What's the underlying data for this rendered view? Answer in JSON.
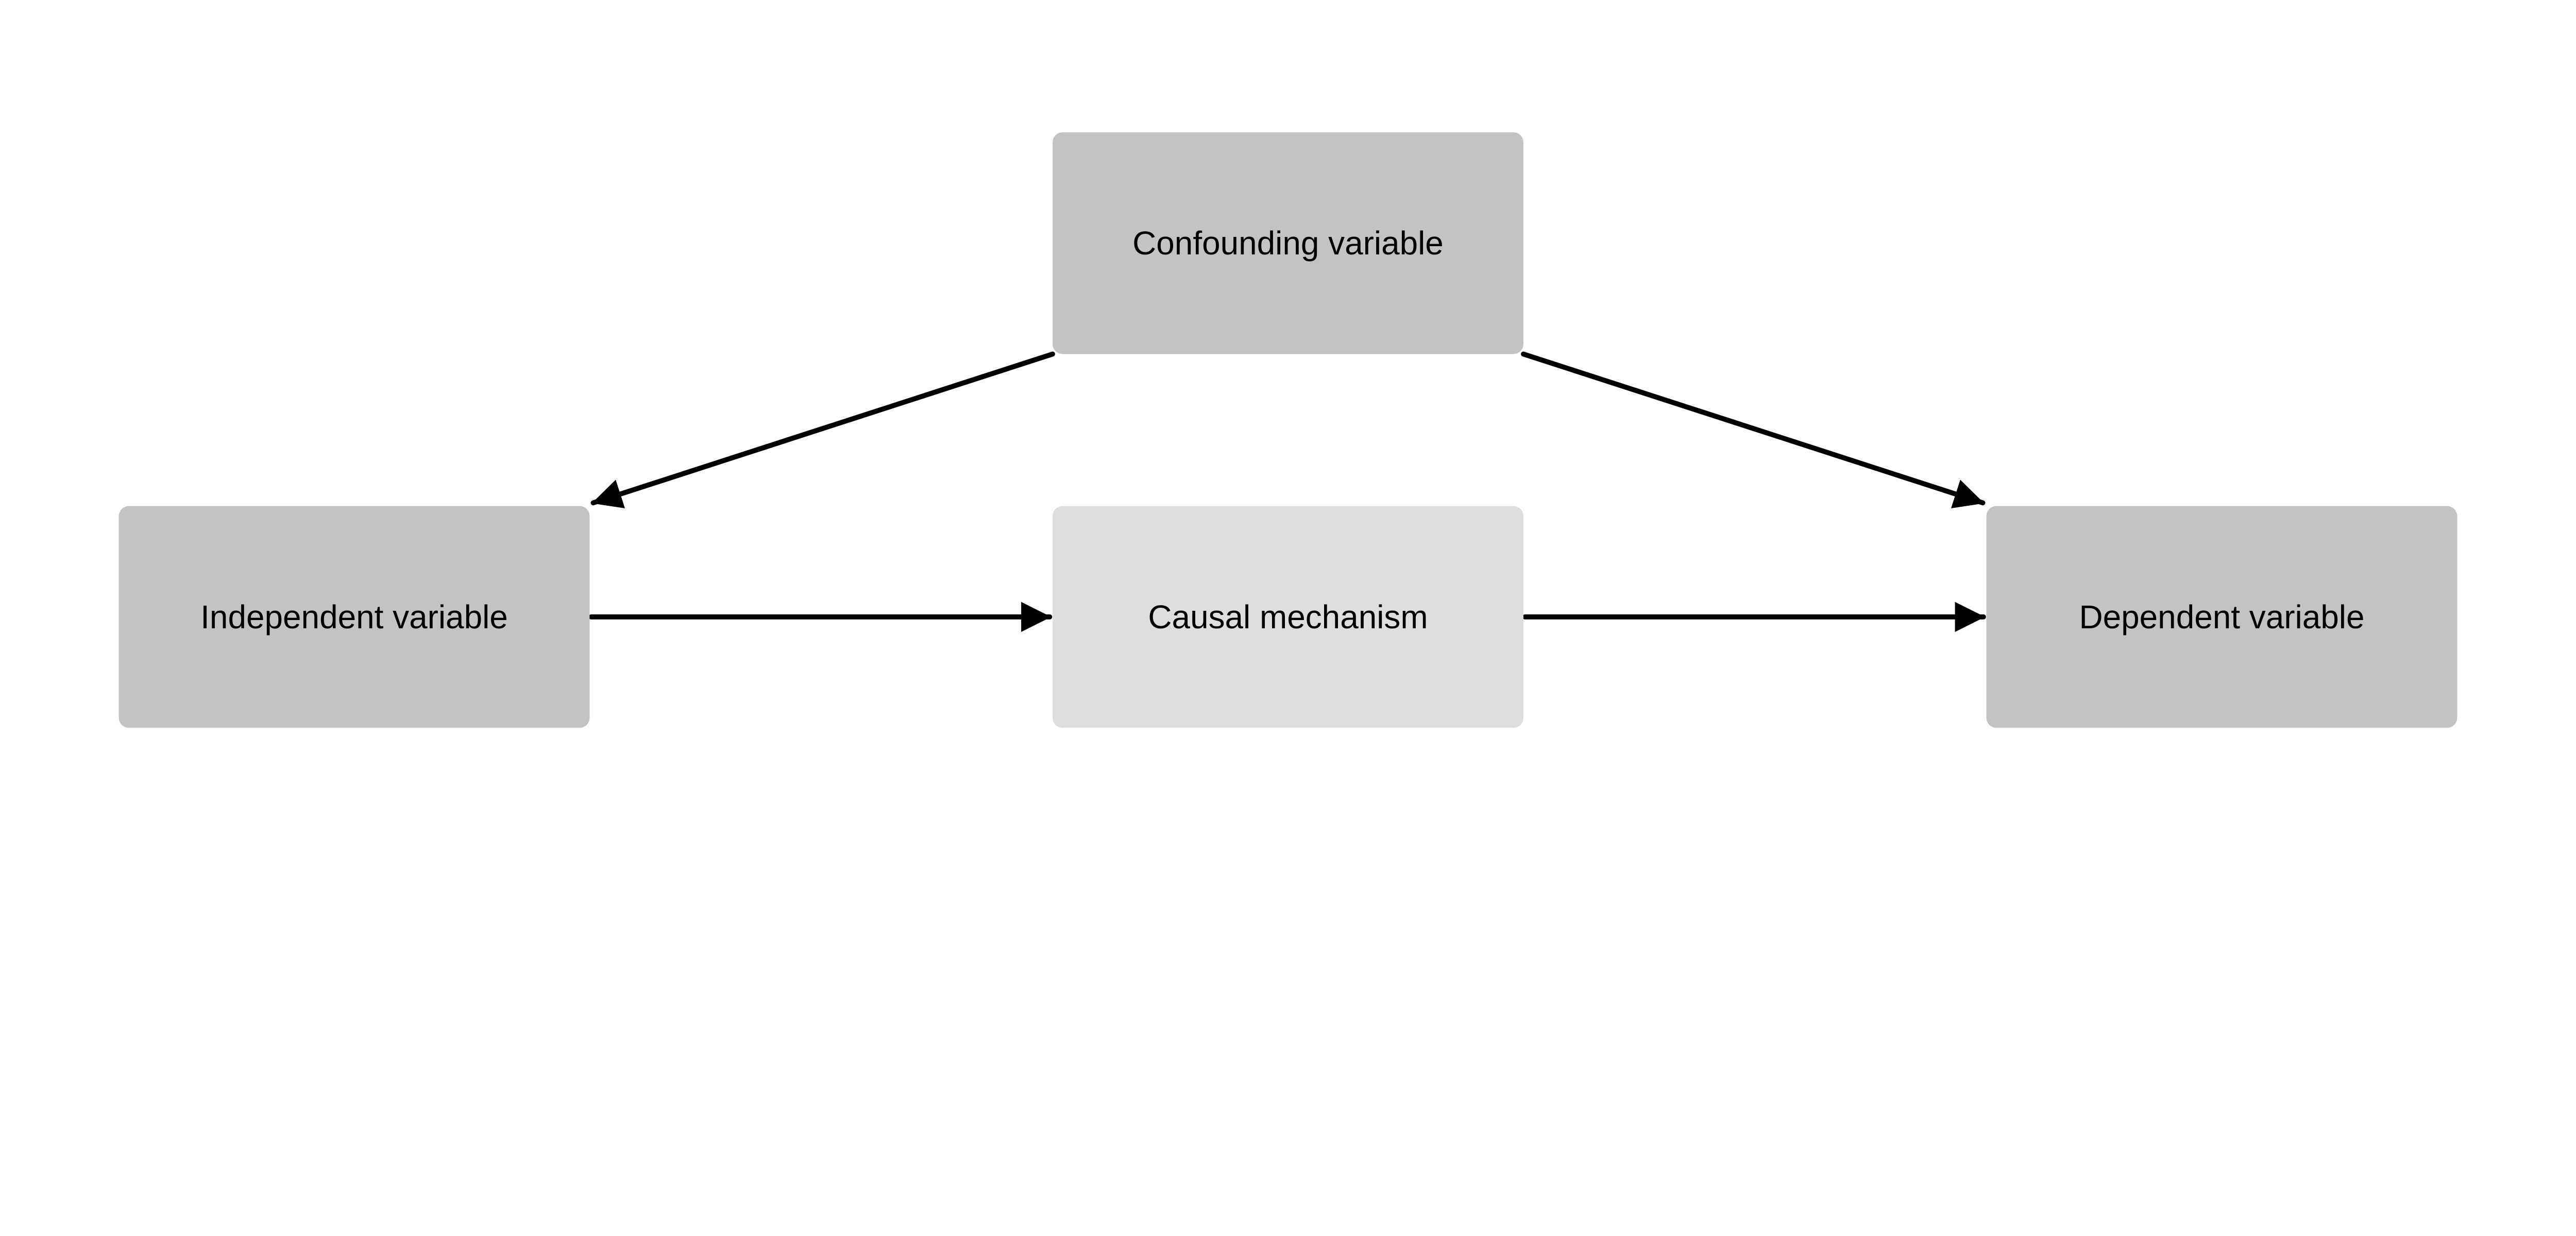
{
  "diagram": {
    "type": "causal-diagram",
    "background_color": "#ffffff",
    "edge_color": "#000000",
    "text_color": "#000000",
    "node_fill_primary": "#c3c3c3",
    "node_fill_secondary": "#dedede",
    "nodes": [
      {
        "id": "confounding-variable",
        "label": "Confounding variable",
        "fill": "#c3c3c3",
        "position": "top-center"
      },
      {
        "id": "independent-variable",
        "label": "Independent variable",
        "fill": "#c3c3c3",
        "position": "bottom-left"
      },
      {
        "id": "causal-mechanism",
        "label": "Causal mechanism",
        "fill": "#dedede",
        "position": "bottom-center"
      },
      {
        "id": "dependent-variable",
        "label": "Dependent variable",
        "fill": "#c3c3c3",
        "position": "bottom-right"
      }
    ],
    "edges": [
      {
        "from": "confounding-variable",
        "to": "independent-variable",
        "style": "diagonal-arrow"
      },
      {
        "from": "confounding-variable",
        "to": "dependent-variable",
        "style": "diagonal-arrow"
      },
      {
        "from": "independent-variable",
        "to": "causal-mechanism",
        "style": "horizontal-arrow"
      },
      {
        "from": "causal-mechanism",
        "to": "dependent-variable",
        "style": "horizontal-arrow"
      }
    ]
  }
}
